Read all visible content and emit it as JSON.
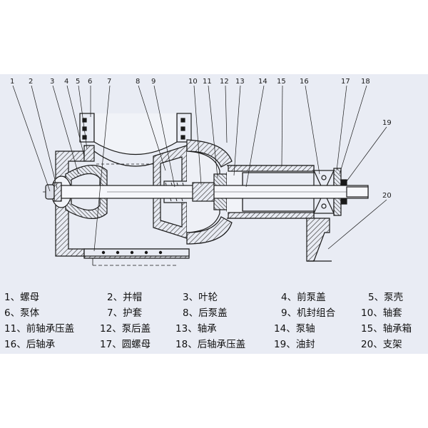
{
  "colors": {
    "background": "#e9ecf4",
    "line": "#1a1a1a",
    "hatch": "#555555"
  },
  "callouts": [
    "1",
    "2",
    "3",
    "4",
    "5",
    "6",
    "7",
    "8",
    "9",
    "10",
    "11",
    "12",
    "13",
    "14",
    "15",
    "16",
    "17",
    "18",
    "19",
    "20"
  ],
  "legend": [
    {
      "num": "1",
      "name": "螺母"
    },
    {
      "num": "2",
      "name": "并帽"
    },
    {
      "num": "3",
      "name": "叶轮"
    },
    {
      "num": "4",
      "name": "前泵盖"
    },
    {
      "num": "5",
      "name": "泵壳"
    },
    {
      "num": "6",
      "name": "泵体"
    },
    {
      "num": "7",
      "name": "护套"
    },
    {
      "num": "8",
      "name": "后泵盖"
    },
    {
      "num": "9",
      "name": "机封组合"
    },
    {
      "num": "10",
      "name": "轴套"
    },
    {
      "num": "11",
      "name": "前轴承压盖"
    },
    {
      "num": "12",
      "name": "泵后盖"
    },
    {
      "num": "13",
      "name": "轴承"
    },
    {
      "num": "14",
      "name": "泵轴"
    },
    {
      "num": "15",
      "name": "轴承箱"
    },
    {
      "num": "16",
      "name": "后轴承"
    },
    {
      "num": "17",
      "name": "圆螺母"
    },
    {
      "num": "18",
      "name": "后轴承压盖"
    },
    {
      "num": "19",
      "name": "油封"
    },
    {
      "num": "20",
      "name": "支架"
    }
  ]
}
